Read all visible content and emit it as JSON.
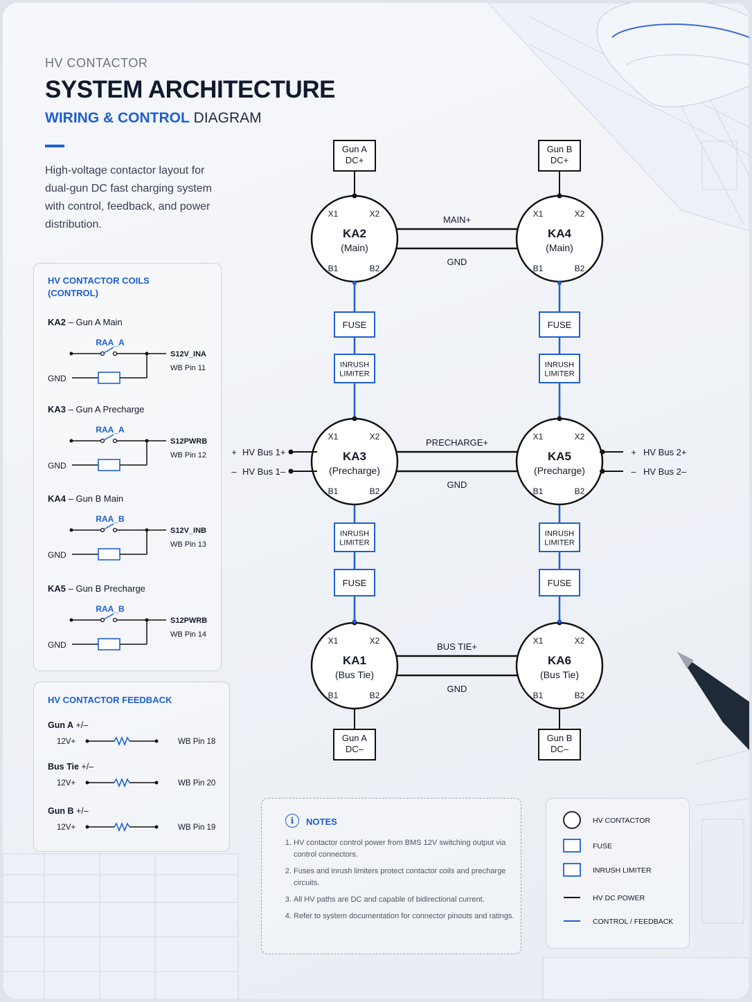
{
  "header": {
    "eyebrow": "HV CONTACTOR",
    "title": "SYSTEM ARCHITECTURE",
    "subtitle_accent": "WIRING & CONTROL",
    "subtitle_rest": "DIAGRAM",
    "description": "High-voltage contactor layout for dual-gun DC fast charging system with control, feedback, and power distribution."
  },
  "colors": {
    "accent": "#1d5fd1",
    "power": "#111111",
    "control": "#1d5fd1"
  },
  "coils": {
    "title_line1": "HV CONTACTOR COILS",
    "title_line2": "(CONTROL)",
    "items": [
      {
        "id": "KA2",
        "desc": "– Gun A Main",
        "relay": "RAA_A",
        "signal": "S12V_INA",
        "pin": "WB Pin 11",
        "gnd": "GND"
      },
      {
        "id": "KA3",
        "desc": "– Gun A Precharge",
        "relay": "RAA_A",
        "signal": "S12PWRB",
        "pin": "WB Pin 12",
        "gnd": "GND"
      },
      {
        "id": "KA4",
        "desc": "– Gun B Main",
        "relay": "RAA_B",
        "signal": "S12V_INB",
        "pin": "WB Pin 13",
        "gnd": "GND"
      },
      {
        "id": "KA5",
        "desc": "– Gun B Precharge",
        "relay": "RAA_B",
        "signal": "S12PWRB",
        "pin": "WB Pin 14",
        "gnd": "GND"
      }
    ]
  },
  "feedback": {
    "title": "HV CONTACTOR FEEDBACK",
    "items": [
      {
        "name": "Gun A",
        "suffix": "+/–",
        "src": "12V+",
        "pin": "WB Pin 18"
      },
      {
        "name": "Bus Tie",
        "suffix": "+/–",
        "src": "12V+",
        "pin": "WB Pin 20"
      },
      {
        "name": "Gun B",
        "suffix": "+/–",
        "src": "12V+",
        "pin": "WB Pin 19"
      }
    ]
  },
  "diagram": {
    "terminals": [
      {
        "line1": "Gun A",
        "line2": "DC+"
      },
      {
        "line1": "Gun B",
        "line2": "DC+"
      },
      {
        "line1": "Gun A",
        "line2": "DC–"
      },
      {
        "line1": "Gun B",
        "line2": "DC–"
      }
    ],
    "contactors": [
      {
        "id": "KA2",
        "role": "(Main)"
      },
      {
        "id": "KA4",
        "role": "(Main)"
      },
      {
        "id": "KA3",
        "role": "(Precharge)"
      },
      {
        "id": "KA5",
        "role": "(Precharge)"
      },
      {
        "id": "KA1",
        "role": "(Bus Tie)"
      },
      {
        "id": "KA6",
        "role": "(Bus Tie)"
      }
    ],
    "terminal_labels": {
      "x1": "X1",
      "x2": "X2",
      "b1": "B1",
      "b2": "B2"
    },
    "links": [
      {
        "top": "MAIN+",
        "bottom": "GND"
      },
      {
        "top": "PRECHARGE+",
        "bottom": "GND"
      },
      {
        "top": "BUS TIE+",
        "bottom": "GND"
      }
    ],
    "fuse_label": "FUSE",
    "inrush_line1": "INRUSH",
    "inrush_line2": "LIMITER",
    "buses": {
      "bus1_pos": "HV Bus 1+",
      "bus1_neg": "HV Bus 1–",
      "bus2_pos": "HV Bus 2+",
      "bus2_neg": "HV Bus 2–",
      "plus": "+",
      "minus": "–"
    }
  },
  "notes": {
    "title": "NOTES",
    "icon": "info-icon",
    "items": [
      "HV contactor control power from BMS 12V switching output via control connectors.",
      "Fuses and inrush limiters protect contactor coils and precharge circuits.",
      "All HV paths are DC and capable of bidirectional current.",
      "Refer to system documentation for connector pinouts and ratings."
    ]
  },
  "legend": {
    "items": [
      {
        "symbol": "circle",
        "label": "HV CONTACTOR"
      },
      {
        "symbol": "square",
        "label": "FUSE"
      },
      {
        "symbol": "square",
        "label": "INRUSH LIMITER"
      },
      {
        "symbol": "line-black",
        "label": "HV DC POWER"
      },
      {
        "symbol": "line-blue",
        "label": "CONTROL / FEEDBACK"
      }
    ]
  }
}
